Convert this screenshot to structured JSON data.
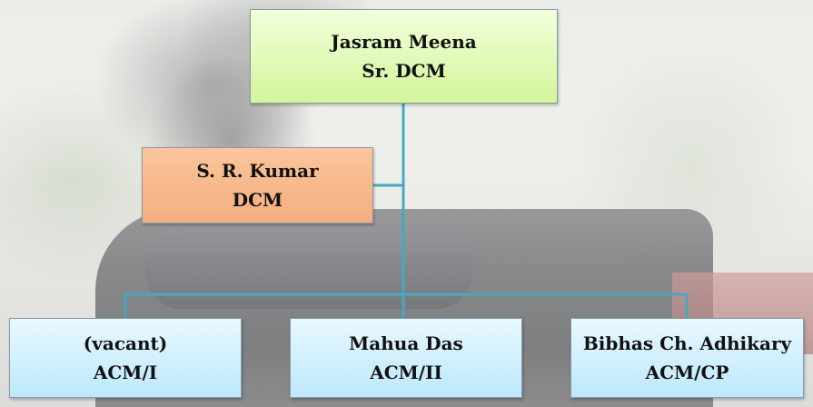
{
  "chart": {
    "top": {
      "name": "Jasram Meena",
      "title": "Sr. DCM"
    },
    "assistant": {
      "name": "S. R. Kumar",
      "title": "DCM"
    },
    "subordinates": [
      {
        "name": "(vacant)",
        "title": "ACM/I"
      },
      {
        "name": "Mahua Das",
        "title": "ACM/II"
      },
      {
        "name": "Bibhas Ch. Adhikary",
        "title": "ACM/CP"
      }
    ]
  },
  "colors": {
    "connector": "#4aa7c0",
    "top_box": "#d3f59a",
    "assistant_box": "#f4ae7d",
    "subordinate_box": "#bde8fb"
  }
}
